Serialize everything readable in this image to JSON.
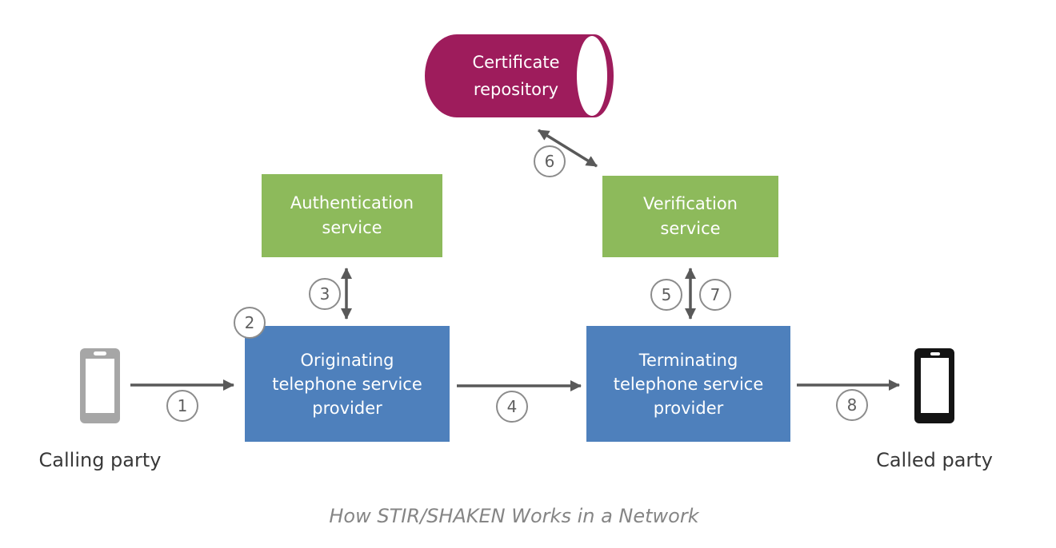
{
  "caption": "How STIR/SHAKEN Works in a Network",
  "nodes": {
    "certificate_repository": "Certificate\nrepository",
    "authentication_service": "Authentication\nservice",
    "verification_service": "Verification\nservice",
    "originating_provider": "Originating\ntelephone service\nprovider",
    "terminating_provider": "Terminating\ntelephone service\nprovider"
  },
  "endpoints": {
    "calling_party": "Calling party",
    "called_party": "Called party"
  },
  "steps": [
    "1",
    "2",
    "3",
    "4",
    "5",
    "6",
    "7",
    "8"
  ],
  "colors": {
    "repository_fill": "#9E1C5C",
    "service_fill": "#8DBA5B",
    "provider_fill": "#4E80BC",
    "arrow": "#595959",
    "step_circle_border": "#8C8C8C",
    "step_number": "#5F5F5F",
    "calling_phone": "#A6A6A6",
    "called_phone": "#141414",
    "party_text": "#383838",
    "caption_text": "#858585"
  }
}
